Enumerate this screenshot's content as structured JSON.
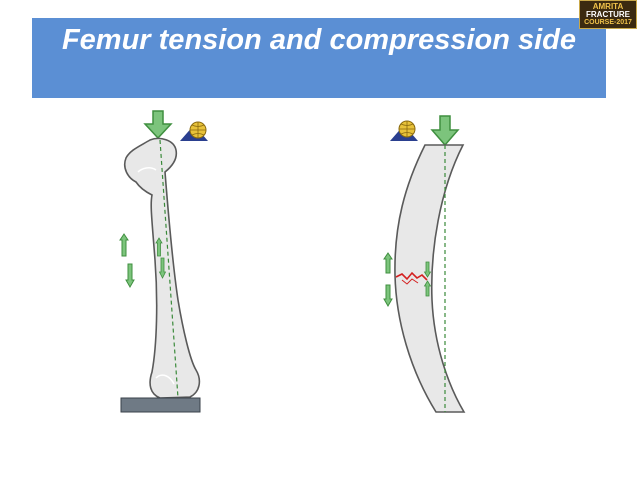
{
  "slide": {
    "title": "Femur tension and compression side",
    "background_color": "#ffffff",
    "title_bar_color": "#5b8fd4"
  },
  "logo": {
    "line1": "AMRITA",
    "line2": "FRACTURE",
    "line3": "COURSE-2017"
  },
  "diagrams": [
    {
      "id": "femur",
      "description_icon": "down-arrow-icon",
      "base": "support-block"
    },
    {
      "id": "curved-bone",
      "description_icon": "down-arrow-icon",
      "feature": "fracture-line"
    }
  ],
  "colors": {
    "bone_fill": "#e8e8e8",
    "bone_outline": "#5a5a5a",
    "arrow_fill": "#7cc47c",
    "arrow_stroke": "#3f8f3f",
    "axis_line": "#3a8a3a",
    "fracture": "#d42020",
    "base_block": "#6f7a85",
    "globe_fill": "#e8c23a",
    "globe_triangle": "#2a3f8f"
  }
}
